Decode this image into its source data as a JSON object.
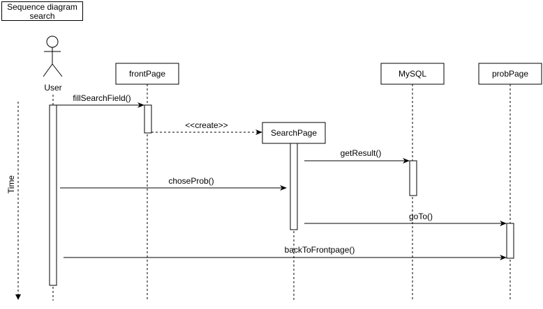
{
  "diagram": {
    "title": "Sequence diagram search",
    "time_label": "Time",
    "actor": {
      "name": "User"
    },
    "participants": {
      "frontPage": "frontPage",
      "mysql": "MySQL",
      "probPage": "probPage",
      "searchPage": "SearchPage"
    },
    "messages": {
      "fillSearchField": "fillSearchField()",
      "create": "<<create>>",
      "getResult": "getResult()",
      "choseProb": "choseProb()",
      "goTo": "goTo()",
      "backToFrontpage": "backToFrontpage()"
    }
  }
}
